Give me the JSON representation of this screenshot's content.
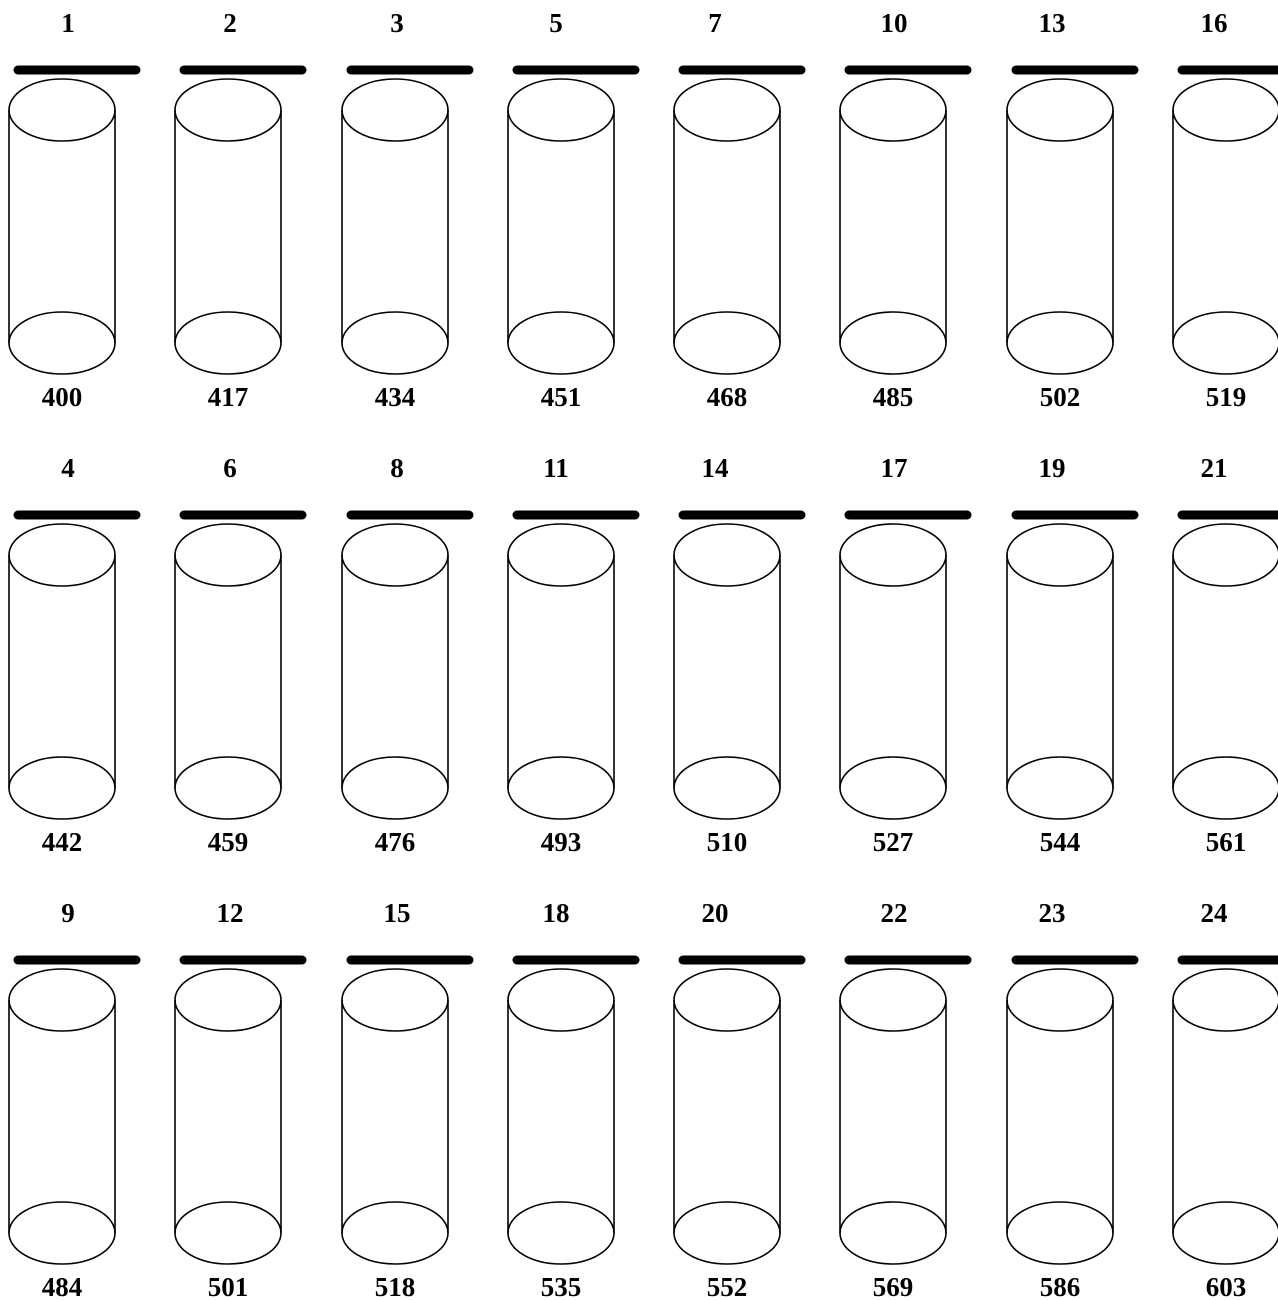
{
  "colors": {
    "line": "#000000",
    "background": "#ffffff"
  },
  "rows": [
    {
      "tubes": [
        {
          "number": "1",
          "value": "400"
        },
        {
          "number": "2",
          "value": "417"
        },
        {
          "number": "3",
          "value": "434"
        },
        {
          "number": "5",
          "value": "451"
        },
        {
          "number": "7",
          "value": "468"
        },
        {
          "number": "10",
          "value": "485"
        },
        {
          "number": "13",
          "value": "502"
        },
        {
          "number": "16",
          "value": "519"
        }
      ]
    },
    {
      "tubes": [
        {
          "number": "4",
          "value": "442"
        },
        {
          "number": "6",
          "value": "459"
        },
        {
          "number": "8",
          "value": "476"
        },
        {
          "number": "11",
          "value": "493"
        },
        {
          "number": "14",
          "value": "510"
        },
        {
          "number": "17",
          "value": "527"
        },
        {
          "number": "19",
          "value": "544"
        },
        {
          "number": "21",
          "value": "561"
        }
      ]
    },
    {
      "tubes": [
        {
          "number": "9",
          "value": "484"
        },
        {
          "number": "12",
          "value": "501"
        },
        {
          "number": "15",
          "value": "518"
        },
        {
          "number": "18",
          "value": "535"
        },
        {
          "number": "20",
          "value": "552"
        },
        {
          "number": "22",
          "value": "569"
        },
        {
          "number": "23",
          "value": "586"
        },
        {
          "number": "24",
          "value": "603"
        }
      ]
    }
  ]
}
